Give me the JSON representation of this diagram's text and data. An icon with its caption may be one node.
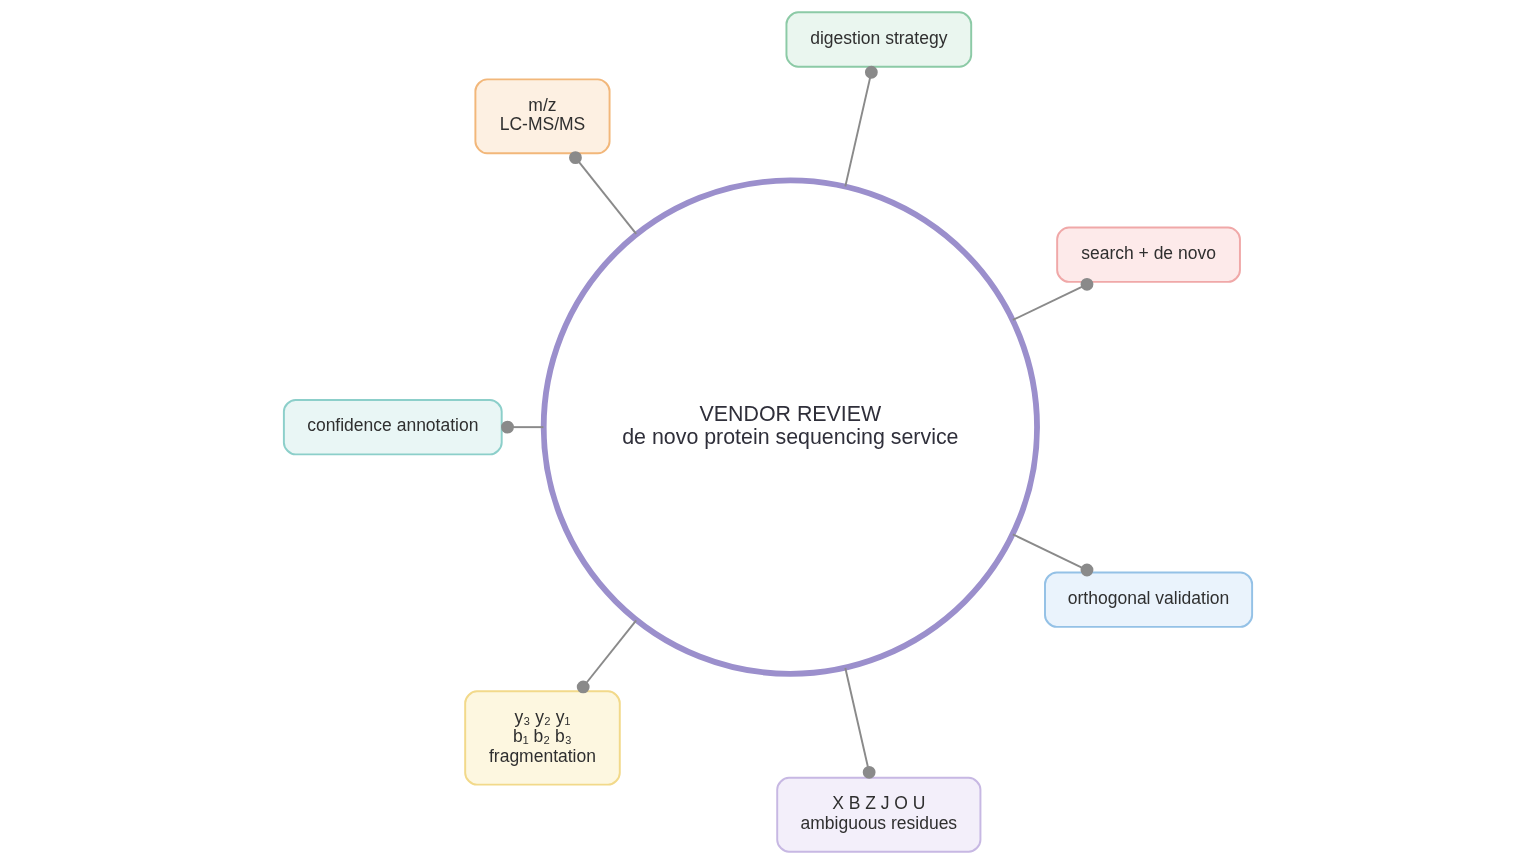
{
  "diagram": {
    "nodes": [
      {
        "text": [
          "VENDOR REVIEW",
          "de novo protein sequencing service"
        ]
      },
      {
        "text": [
          "search + de novo"
        ]
      },
      {
        "text": [
          "digestion strategy"
        ]
      },
      {
        "text": [
          "m/z",
          "LC-MS/MS"
        ]
      },
      {
        "text": [
          "confidence annotation"
        ]
      },
      {
        "text": [
          "y₃ y₂ y₁",
          "b₁ b₂ b₃",
          "fragmentation"
        ]
      },
      {
        "text": [
          "X B Z J O U",
          "ambiguous residues"
        ]
      },
      {
        "text": [
          "orthogonal validation"
        ]
      }
    ],
    "edges": [
      {
        "from": 0,
        "to": 1,
        "arrow": "other"
      },
      {
        "from": 0,
        "to": 2,
        "arrow": "other"
      },
      {
        "from": 0,
        "to": 3,
        "arrow": "other"
      },
      {
        "from": 0,
        "to": 4,
        "arrow": "other"
      },
      {
        "from": 0,
        "to": 5,
        "arrow": "other"
      },
      {
        "from": 0,
        "to": 6,
        "arrow": "other"
      },
      {
        "from": 0,
        "to": 7,
        "arrow": "other"
      }
    ]
  }
}
